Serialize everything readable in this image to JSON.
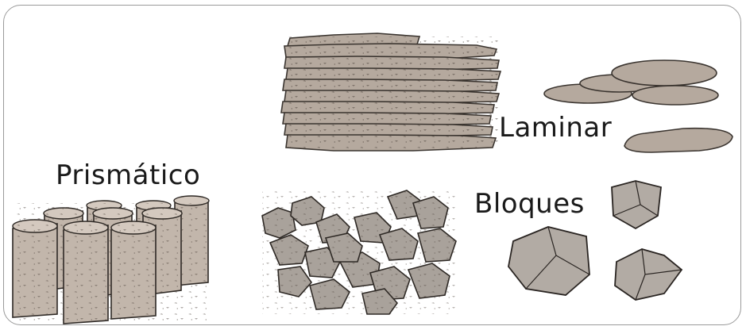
{
  "labels": {
    "laminar": "Laminar",
    "prismatico": "Prismático",
    "bloques": "Bloques"
  },
  "colors": {
    "soil_fill": "#b5a99e",
    "soil_stroke": "#3a342f",
    "soil_speckle": "#4a423b",
    "frame": "#9a9a9a"
  }
}
